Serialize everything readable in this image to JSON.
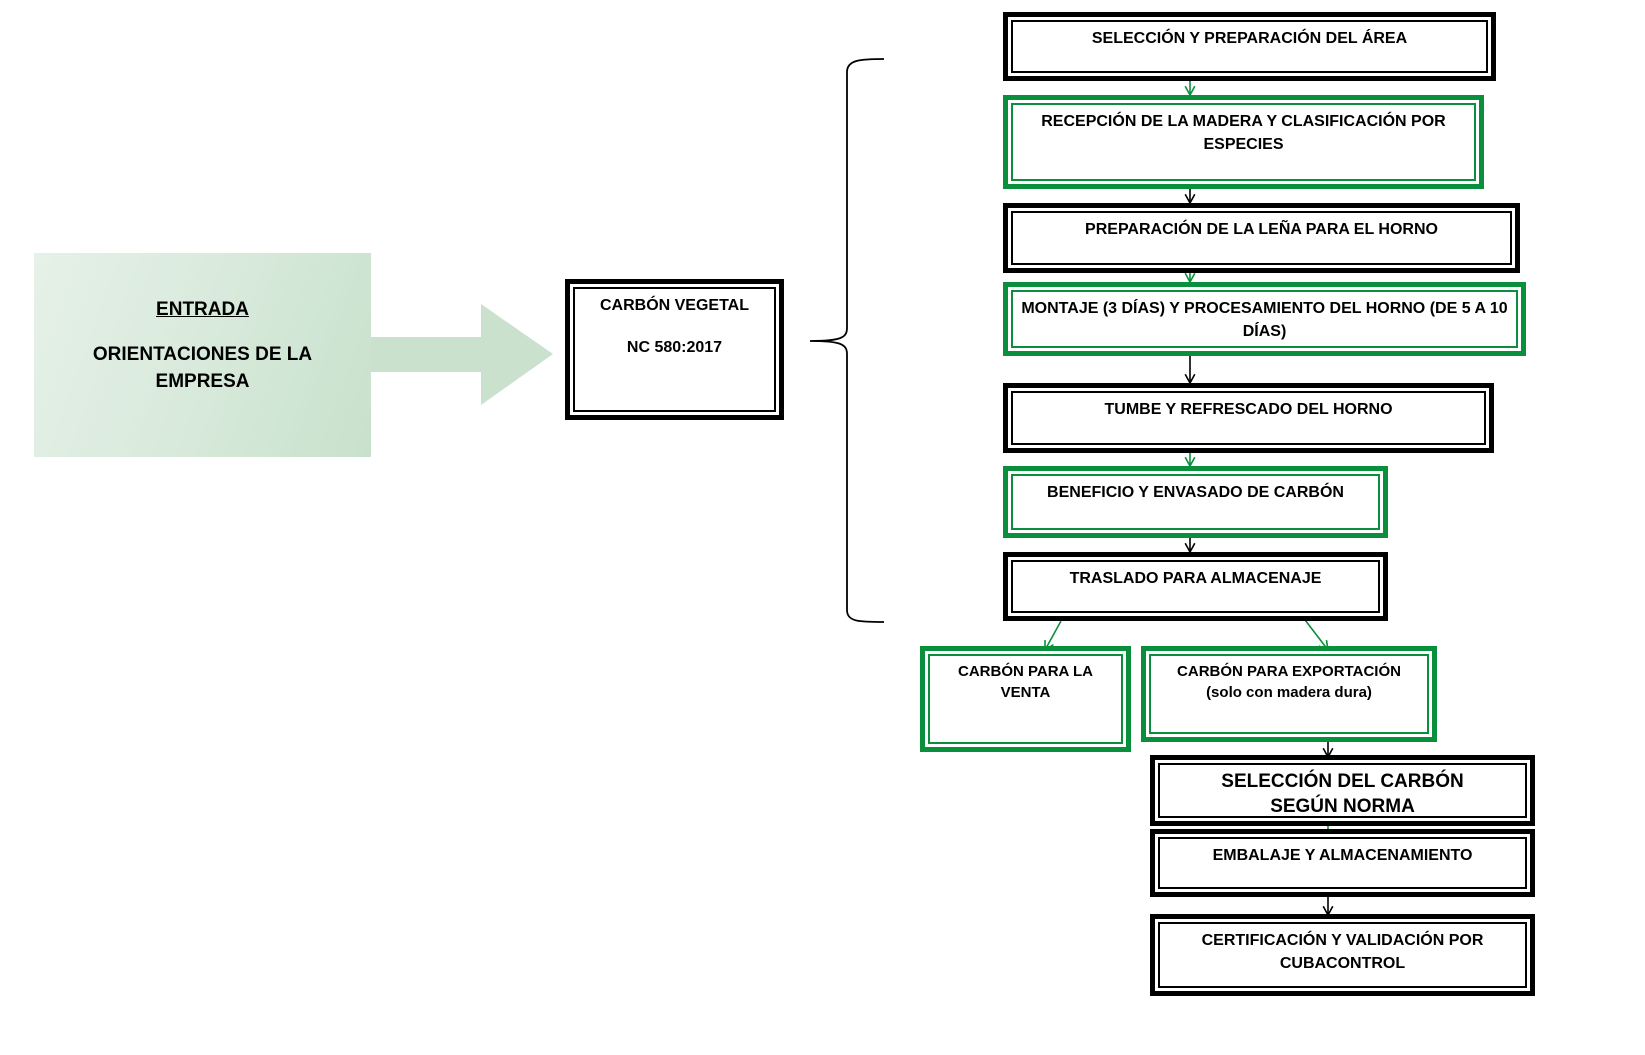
{
  "input": {
    "title": "ENTRADA",
    "text": "ORIENTACIONES DE LA EMPRESA",
    "fill_color": "#d0e6d4"
  },
  "product": {
    "name": "CARBÓN VEGETAL",
    "standard": "NC 580:2017"
  },
  "colors": {
    "green": "#0a8f3c",
    "black": "#000000"
  },
  "steps": [
    {
      "label": "SELECCIÓN Y PREPARACIÓN DEL ÁREA",
      "border": "black"
    },
    {
      "label": "RECEPCIÓN DE LA MADERA Y CLASIFICACIÓN POR ESPECIES",
      "border": "green"
    },
    {
      "label": "PREPARACIÓN DE LA LEÑA PARA EL HORNO",
      "border": "black"
    },
    {
      "label": "MONTAJE (3 DÍAS) Y PROCESAMIENTO DEL HORNO (DE 5 A 10 DÍAS)",
      "border": "green"
    },
    {
      "label": "TUMBE Y REFRESCADO DEL HORNO",
      "border": "black"
    },
    {
      "label": "BENEFICIO Y ENVASADO DE CARBÓN",
      "border": "green"
    },
    {
      "label": "TRASLADO PARA ALMACENAJE",
      "border": "black"
    }
  ],
  "branches": [
    {
      "label": "CARBÓN PARA LA VENTA",
      "note": "",
      "border": "green"
    },
    {
      "label": "CARBÓN PARA EXPORTACIÓN",
      "note": "(solo con madera dura)",
      "border": "green"
    }
  ],
  "export_steps": [
    {
      "label": "SELECCIÓN DEL CARBÓN SEGÚN NORMA",
      "border": "black"
    },
    {
      "label": "EMBALAJE Y ALMACENAMIENTO",
      "border": "black"
    },
    {
      "label": "CERTIFICACIÓN Y VALIDACIÓN POR CUBACONTROL",
      "border": "black"
    }
  ]
}
